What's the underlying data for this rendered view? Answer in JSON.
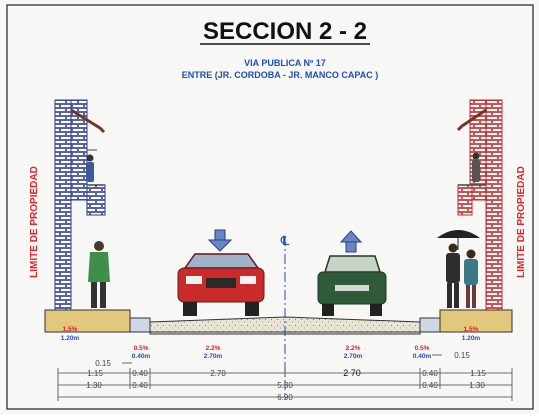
{
  "drawing": {
    "title": "SECCION 2 - 2",
    "subtitle_line1": "VIA PUBLICA Nº 17",
    "subtitle_line2": "ENTRE (JR. CORDOBA - JR. MANCO CAPAC )",
    "property_limit_left": "LIMITE DE PROPIEDAD",
    "property_limit_right": "LIMITE DE PROPIEDAD",
    "centerline_symbol": "℄",
    "slopes": {
      "sidewalk_left": {
        "pct": "1.5%",
        "width": "1.20m"
      },
      "gutter_left": {
        "pct": "0.5%",
        "width": "0.40m"
      },
      "lane_left": {
        "pct": "2.2%",
        "width": "2.70m"
      },
      "lane_right": {
        "pct": "2.2%",
        "width": "2.70m"
      },
      "gutter_right": {
        "pct": "0.5%",
        "width": "0.40m"
      },
      "sidewalk_right": {
        "pct": "1.5%",
        "width": "1.20m"
      }
    },
    "dims": {
      "curb_left": "0.15",
      "curb_right": "0.15",
      "row1": [
        "1.15",
        "0.40",
        "2.70",
        "2 70",
        "0.40",
        "1.15"
      ],
      "row2": [
        "1.30",
        "0.40",
        "5.30",
        "0.40",
        "1.30"
      ],
      "total": "6.90"
    }
  },
  "colors": {
    "title": "#111111",
    "subtitle": "#1d4fb8",
    "property_limit": "#e0262a",
    "slope_text": "#d8232a",
    "slope_width": "#1d4fb8",
    "dimension": "#444444"
  },
  "icons": [
    "arrow-down-icon",
    "arrow-up-icon",
    "centerline-icon"
  ]
}
